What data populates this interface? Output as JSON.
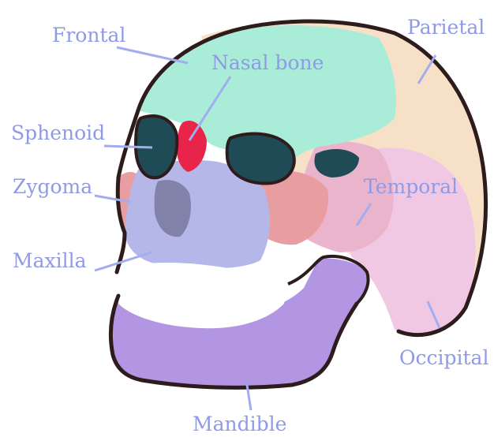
{
  "colors": {
    "label_text": "#8f9ae6",
    "leader_line": "#a4acf0",
    "outline": "#2e1b1c",
    "frontal": "#a9ecd8",
    "parietal": "#f6e1c8",
    "temporal": "#eab4cd",
    "occipital": "#f1c8e4",
    "sphenoid": "#1f4b56",
    "zygoma": "#e89da0",
    "nasal_bone": "#e8244b",
    "maxilla": "#b4b7e8",
    "mandible": "#b296e3",
    "teeth": "#ffffff"
  },
  "labels": {
    "frontal": "Frontal",
    "nasal_bone": "Nasal bone",
    "parietal": "Parietal",
    "sphenoid": "Sphenoid",
    "zygoma": "Zygoma",
    "temporal": "Temporal",
    "maxilla": "Maxilla",
    "occipital": "Occipital",
    "mandible": "Mandible"
  }
}
